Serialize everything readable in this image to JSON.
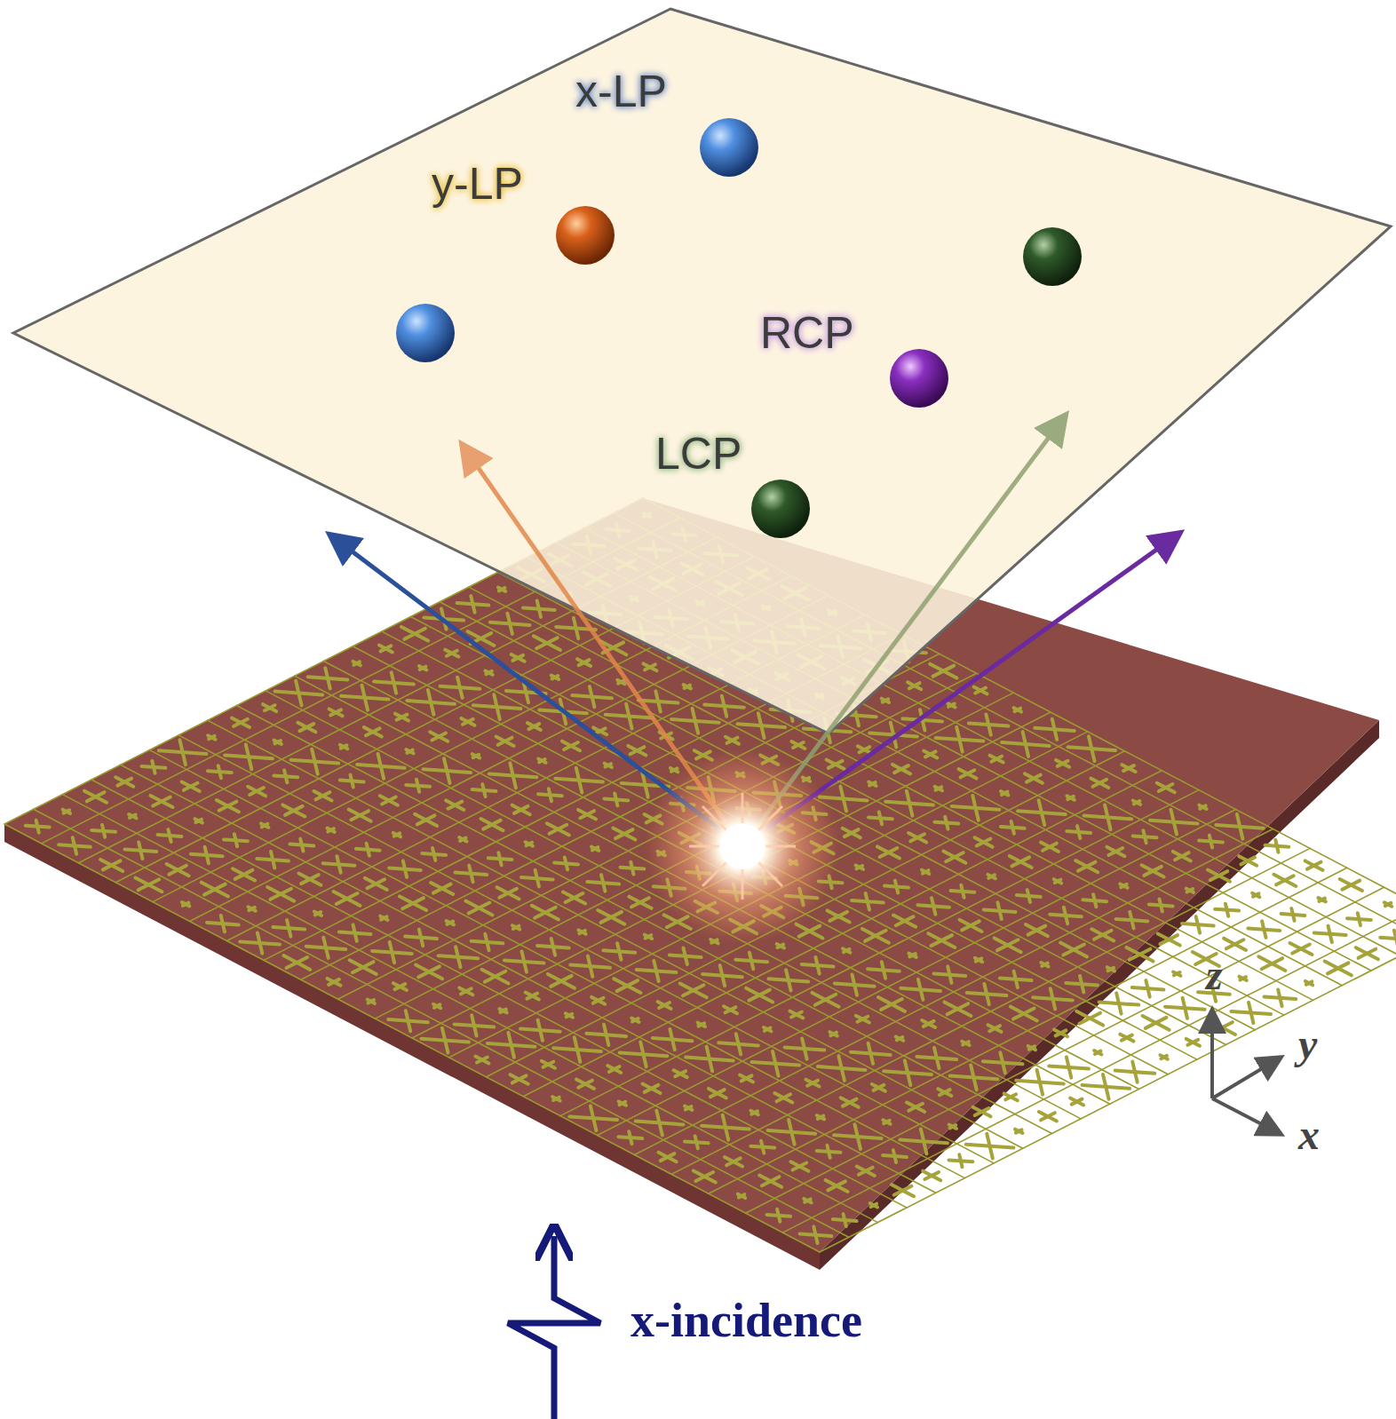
{
  "diagram": {
    "labels": [
      "x-LP",
      "y-LP",
      "RCP",
      "LCP",
      "z",
      "y",
      "x",
      "x-incidence"
    ]
  }
}
